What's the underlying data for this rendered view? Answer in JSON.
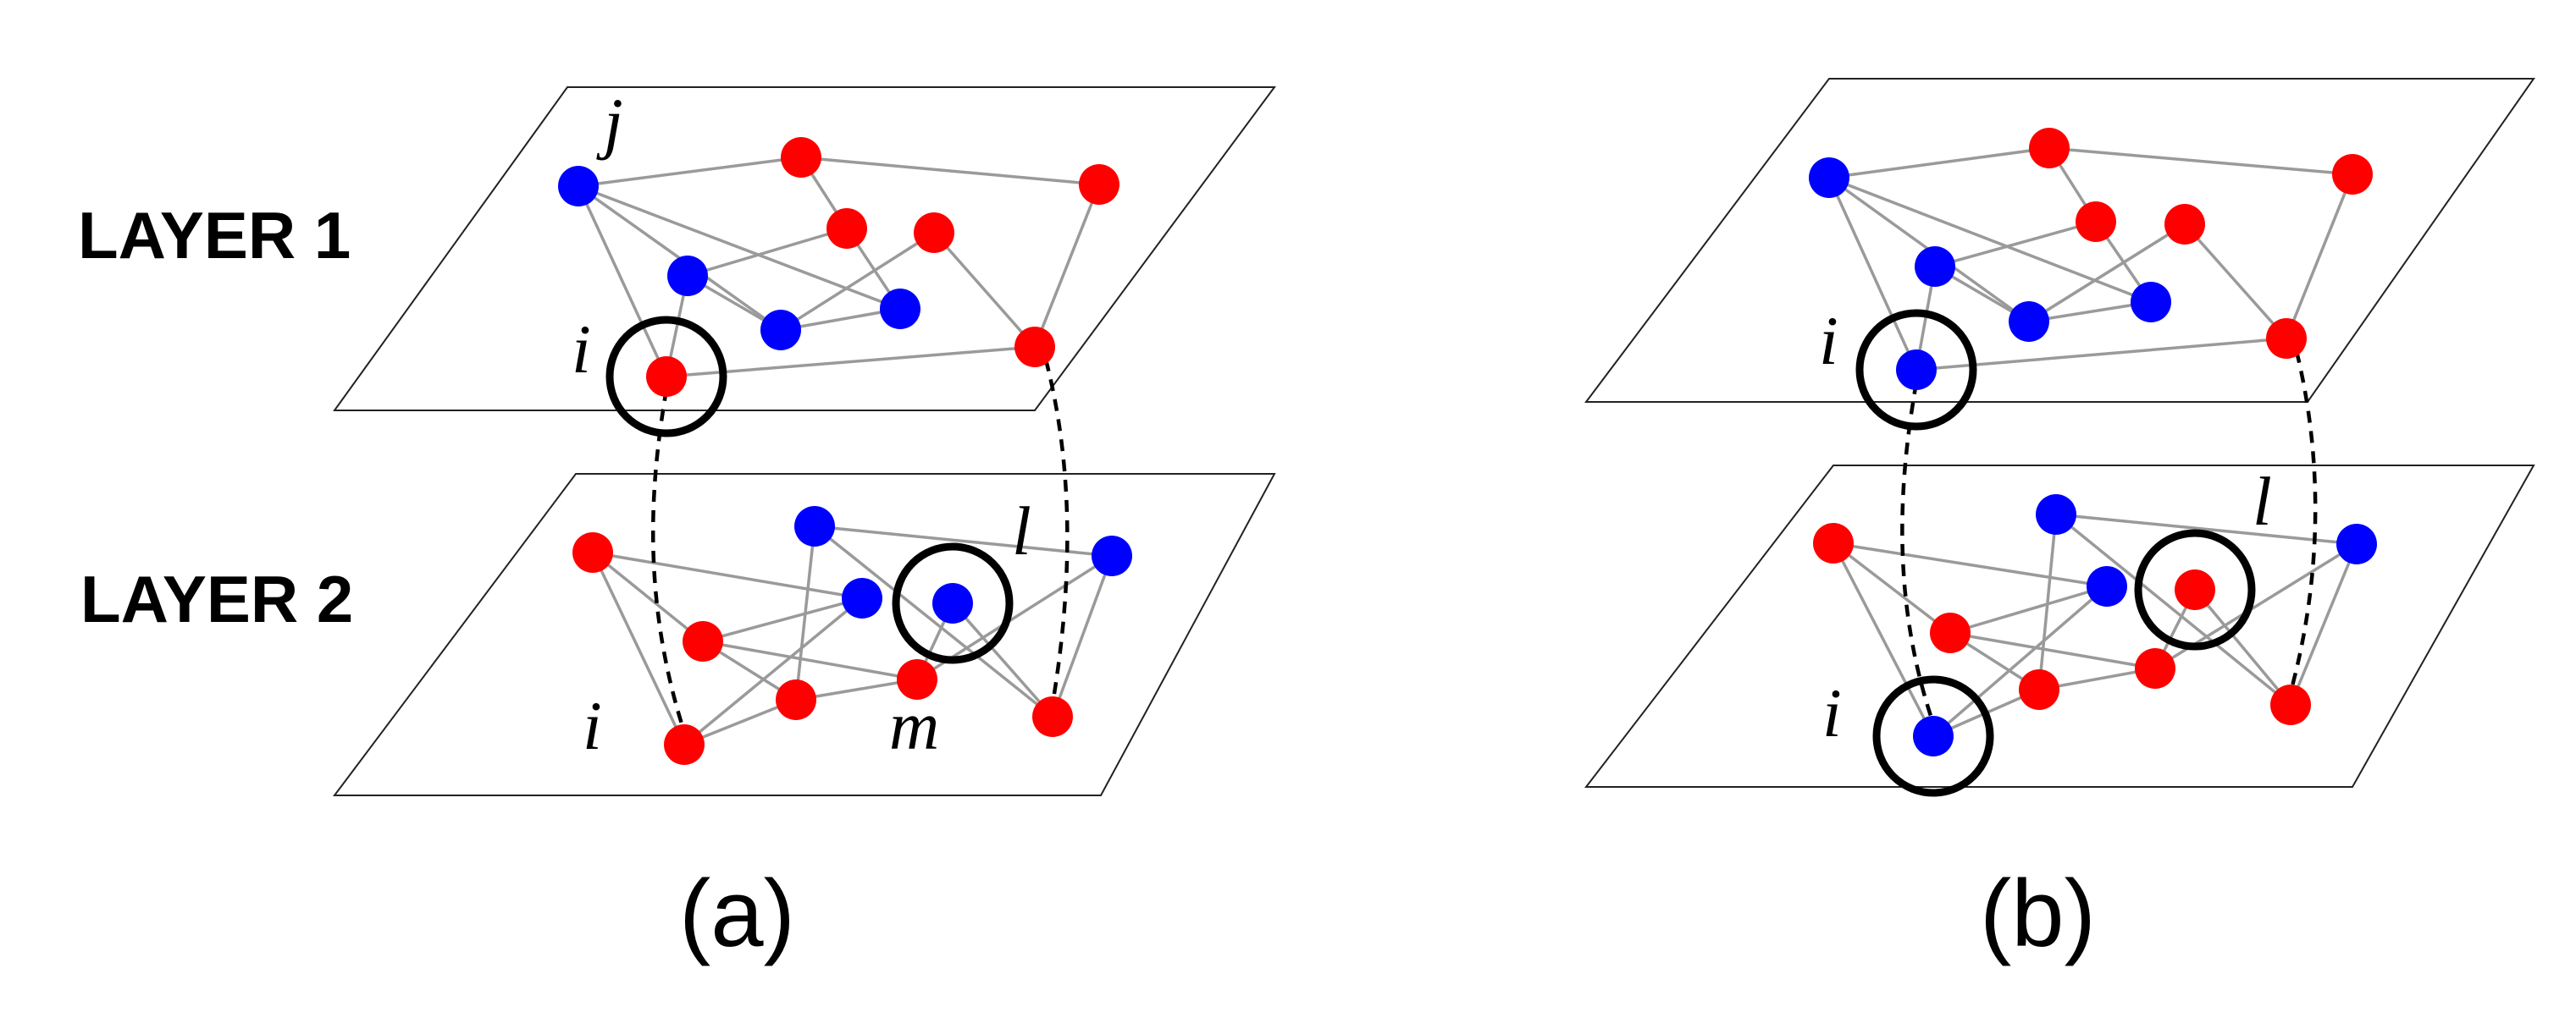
{
  "layer_labels": [
    "LAYER 1",
    "LAYER 2"
  ],
  "panels": [
    {
      "id": "a",
      "label": "(a)",
      "node_labels": {
        "j": "j",
        "i_top": "i",
        "i_bottom": "i",
        "l": "l",
        "m": "m"
      },
      "layer1": {
        "colors": {
          "j": "blue",
          "i": "red"
        }
      },
      "layer2": {
        "colors": {
          "i": "red",
          "l": "blue",
          "m": "red"
        }
      }
    },
    {
      "id": "b",
      "label": "(b)",
      "node_labels": {
        "i_top": "i",
        "i_bottom": "i",
        "l": "l"
      },
      "layer1": {
        "colors": {
          "i": "blue"
        }
      },
      "layer2": {
        "colors": {
          "i": "blue",
          "l": "red"
        }
      }
    }
  ],
  "colors": {
    "red_node": "#ff0000",
    "blue_node": "#0000ff",
    "edge": "#9a9a9a",
    "interlink": "#000000",
    "plane": "#222222"
  }
}
